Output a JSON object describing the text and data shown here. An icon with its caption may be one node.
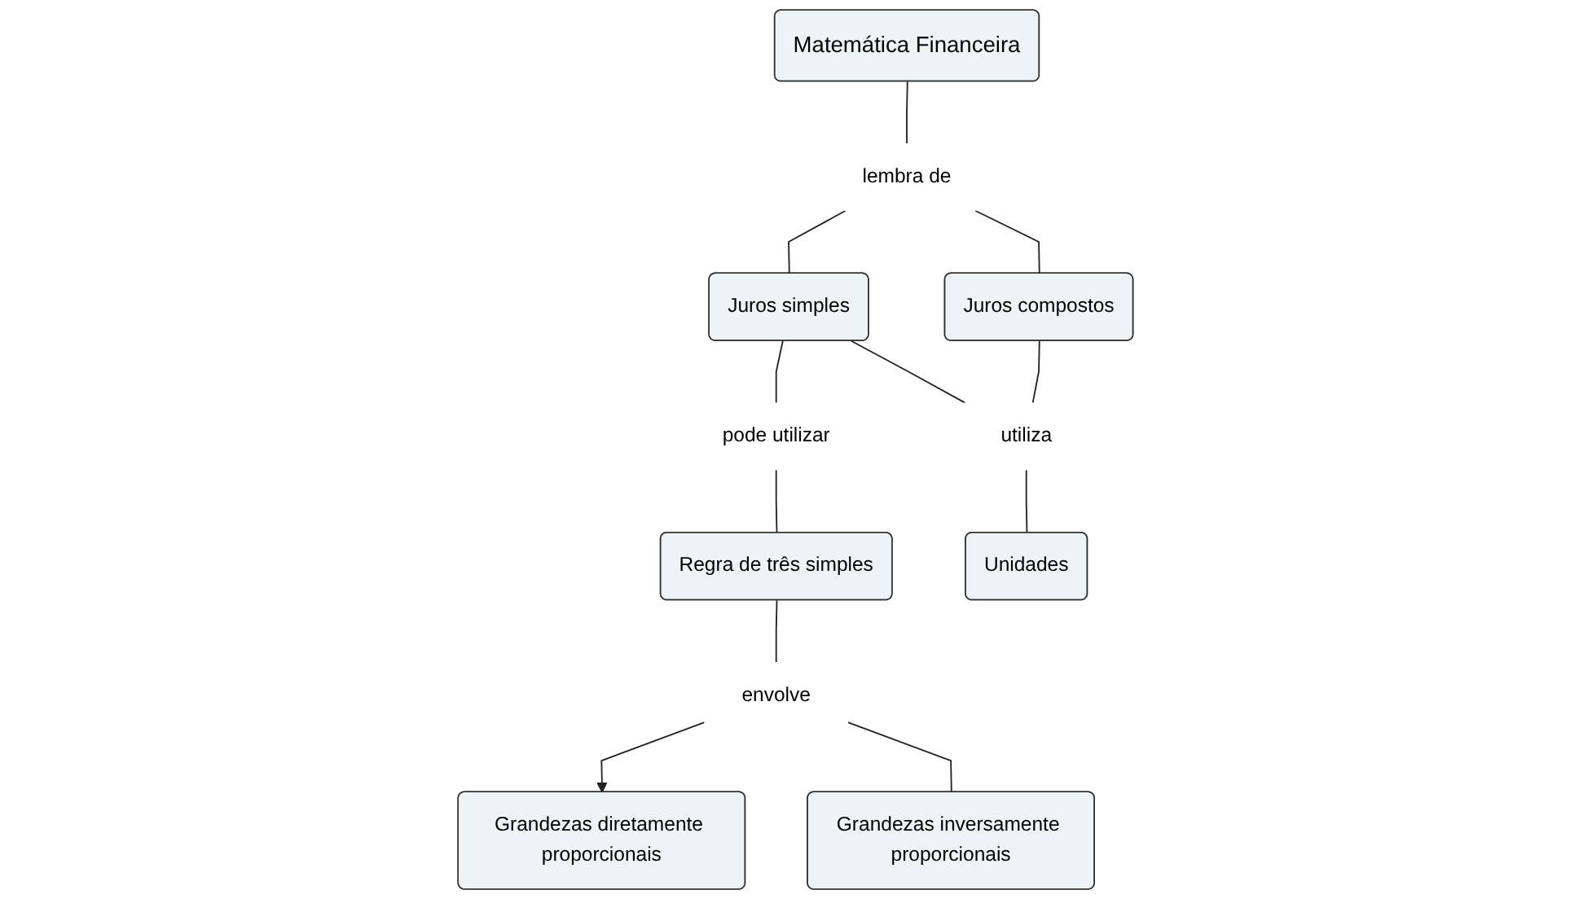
{
  "diagram": {
    "nodes": [
      {
        "text": [
          "Matemática Financeira"
        ]
      },
      {
        "text": [
          "lembra de"
        ]
      },
      {
        "text": [
          "Juros simples"
        ]
      },
      {
        "text": [
          "Juros compostos"
        ]
      },
      {
        "text": [
          "pode utilizar"
        ]
      },
      {
        "text": [
          "utiliza"
        ]
      },
      {
        "text": [
          "Regra de três simples"
        ]
      },
      {
        "text": [
          "Unidades"
        ]
      },
      {
        "text": [
          "envolve"
        ]
      },
      {
        "text": [
          "Grandezas diretamente proporcionais"
        ]
      },
      {
        "text": [
          "Grandezas inversamente proporcionais"
        ]
      }
    ],
    "edges": [
      {
        "from": 0,
        "to": 1,
        "arrow": "none"
      },
      {
        "from": 1,
        "to": 2,
        "arrow": "none"
      },
      {
        "from": 1,
        "to": 3,
        "arrow": "none"
      },
      {
        "from": 2,
        "to": 4,
        "arrow": "none"
      },
      {
        "from": 4,
        "to": 6,
        "arrow": "none"
      },
      {
        "from": 2,
        "to": 5,
        "arrow": "none"
      },
      {
        "from": 3,
        "to": 5,
        "arrow": "none"
      },
      {
        "from": 5,
        "to": 7,
        "arrow": "none"
      },
      {
        "from": 6,
        "to": 8,
        "arrow": "none"
      },
      {
        "from": 8,
        "to": 9,
        "arrow": "to"
      },
      {
        "from": 8,
        "to": 10,
        "arrow": "none"
      }
    ]
  }
}
